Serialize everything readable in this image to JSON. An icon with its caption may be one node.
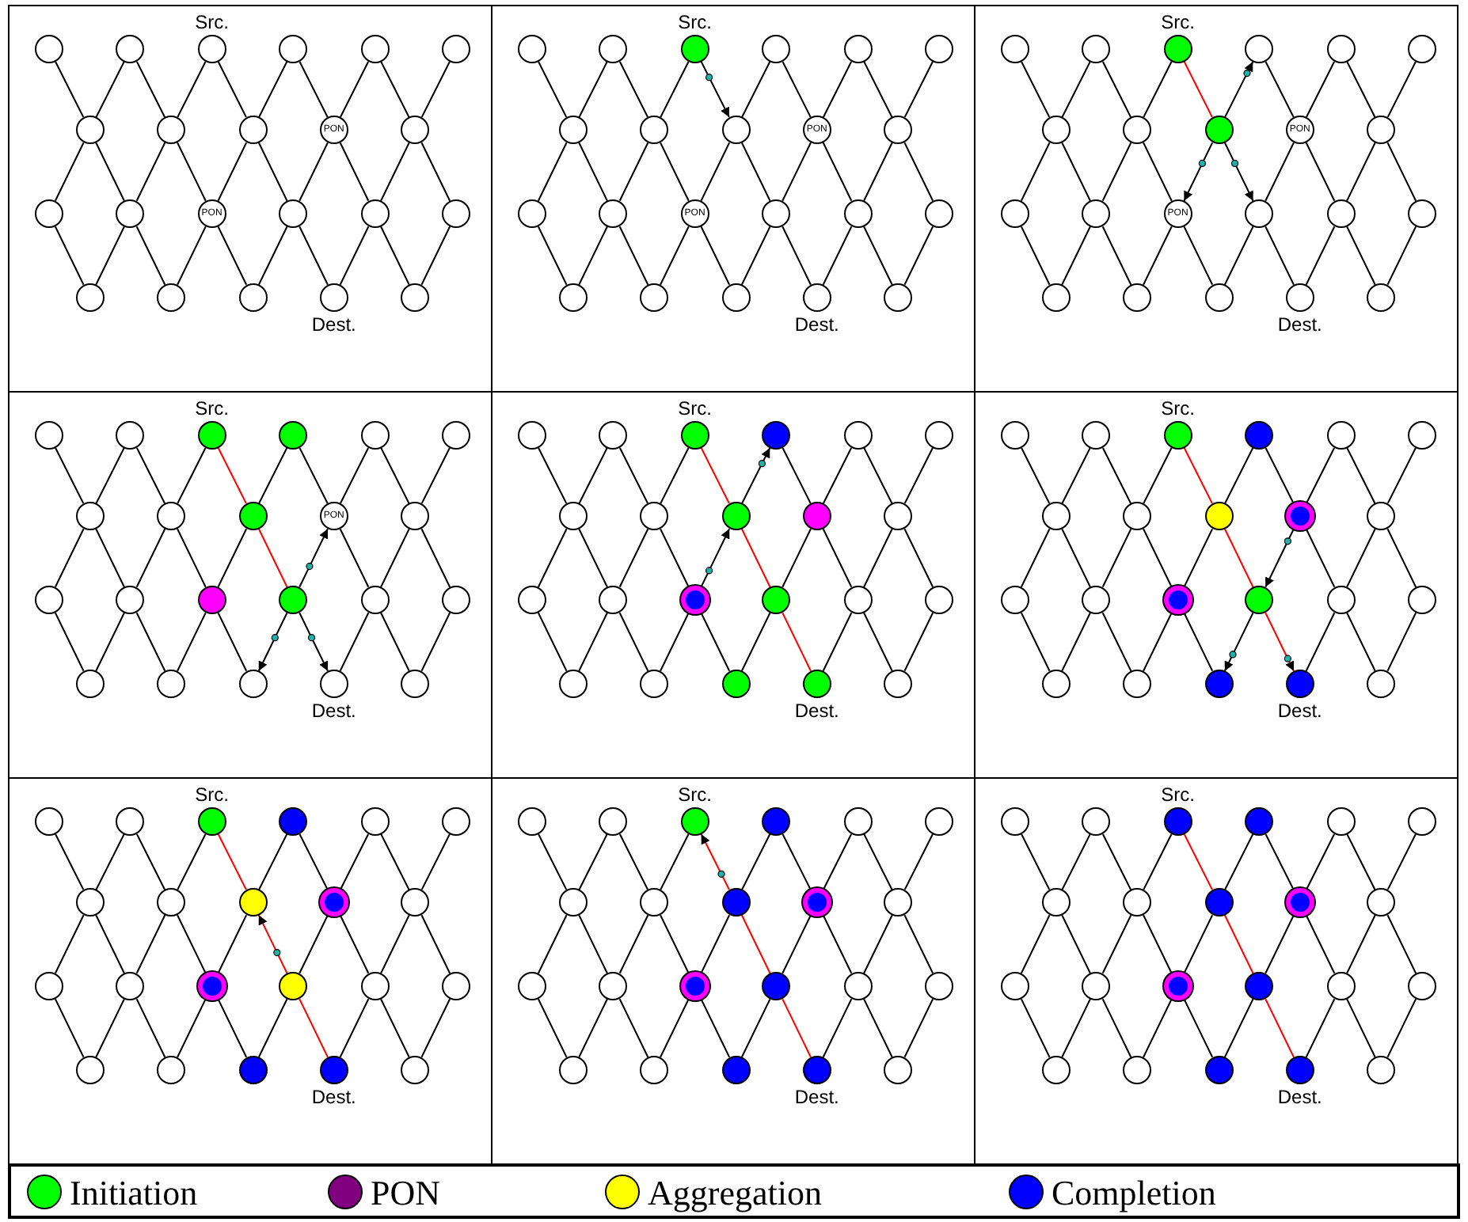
{
  "diagram": {
    "nodes": [
      {
        "text": [],
        "shape": "box"
      },
      {
        "text": [],
        "shape": "circle",
        "in": 0
      },
      {
        "text": [],
        "shape": "circle",
        "in": 0
      },
      {
        "text": [],
        "shape": "circle",
        "in": 0,
        "beside": [
          "Src."
        ]
      },
      {
        "text": [],
        "shape": "circle",
        "in": 0
      },
      {
        "text": [],
        "shape": "circle",
        "in": 0
      },
      {
        "text": [],
        "shape": "circle",
        "in": 0
      },
      {
        "text": [],
        "shape": "circle",
        "in": 0
      },
      {
        "text": [],
        "shape": "circle",
        "in": 0
      },
      {
        "text": [],
        "shape": "circle",
        "in": 0
      },
      {
        "text": [
          "PON"
        ],
        "in": 0
      },
      {
        "text": [],
        "shape": "circle",
        "in": 0
      },
      {
        "text": [],
        "shape": "circle",
        "in": 0
      },
      {
        "text": [],
        "shape": "circle",
        "in": 0
      },
      {
        "text": [
          "PON"
        ],
        "in": 0
      },
      {
        "text": [],
        "shape": "circle",
        "in": 0
      },
      {
        "text": [],
        "shape": "circle",
        "in": 0
      },
      {
        "text": [],
        "shape": "circle",
        "in": 0
      },
      {
        "text": [],
        "shape": "circle",
        "in": 0
      },
      {
        "text": [],
        "shape": "circle",
        "in": 0
      },
      {
        "text": [],
        "shape": "circle",
        "in": 0
      },
      {
        "text": [],
        "shape": "circle",
        "in": 0,
        "beside": [
          "Dest."
        ]
      },
      {
        "text": [],
        "shape": "circle",
        "in": 0
      },
      {
        "text": [],
        "shape": "box"
      },
      {
        "text": [],
        "shape": "circle",
        "in": 23
      },
      {
        "text": [],
        "shape": "circle",
        "in": 23
      },
      {
        "text": [],
        "shape": "circle",
        "in": 23,
        "beside": [
          "Src."
        ]
      },
      {
        "text": [],
        "shape": "circle",
        "in": 23
      },
      {
        "text": [],
        "shape": "circle",
        "in": 23
      },
      {
        "text": [],
        "shape": "circle",
        "in": 23
      },
      {
        "text": [],
        "shape": "circle",
        "in": 23
      },
      {
        "text": [],
        "shape": "circle",
        "in": 23
      },
      {
        "text": [],
        "shape": "circle",
        "in": 23
      },
      {
        "text": [
          "PON"
        ],
        "in": 23
      },
      {
        "text": [],
        "shape": "circle",
        "in": 23
      },
      {
        "text": [],
        "shape": "circle",
        "in": 23
      },
      {
        "text": [],
        "shape": "circle",
        "in": 23
      },
      {
        "text": [
          "PON"
        ],
        "in": 23
      },
      {
        "text": [],
        "shape": "circle",
        "in": 23
      },
      {
        "text": [],
        "shape": "circle",
        "in": 23
      },
      {
        "text": [],
        "shape": "circle",
        "in": 23
      },
      {
        "text": [],
        "shape": "circle",
        "in": 23
      },
      {
        "text": [],
        "shape": "circle",
        "in": 23
      },
      {
        "text": [],
        "shape": "circle",
        "in": 23
      },
      {
        "text": [],
        "shape": "circle",
        "in": 23,
        "beside": [
          "Dest."
        ]
      },
      {
        "text": [],
        "shape": "circle",
        "in": 23
      },
      {
        "text": [],
        "shape": "box"
      },
      {
        "text": [],
        "shape": "circle",
        "in": 46
      },
      {
        "text": [],
        "shape": "circle",
        "in": 46
      },
      {
        "text": [],
        "shape": "circle",
        "in": 46,
        "beside": [
          "Src."
        ]
      },
      {
        "text": [],
        "shape": "circle",
        "in": 46
      },
      {
        "text": [],
        "shape": "circle",
        "in": 46
      },
      {
        "text": [],
        "shape": "circle",
        "in": 46
      },
      {
        "text": [],
        "shape": "circle",
        "in": 46
      },
      {
        "text": [],
        "shape": "circle",
        "in": 46
      },
      {
        "text": [],
        "shape": "circle",
        "in": 46
      },
      {
        "text": [
          "PON"
        ],
        "in": 46
      },
      {
        "text": [],
        "shape": "circle",
        "in": 46
      },
      {
        "text": [],
        "shape": "circle",
        "in": 46
      },
      {
        "text": [],
        "shape": "circle",
        "in": 46
      },
      {
        "text": [
          "PON"
        ],
        "in": 46
      },
      {
        "text": [],
        "shape": "circle",
        "in": 46
      },
      {
        "text": [],
        "shape": "circle",
        "in": 46
      },
      {
        "text": [],
        "shape": "circle",
        "in": 46
      },
      {
        "text": [],
        "shape": "circle",
        "in": 46
      },
      {
        "text": [],
        "shape": "circle",
        "in": 46
      },
      {
        "text": [],
        "shape": "circle",
        "in": 46
      },
      {
        "text": [],
        "shape": "circle",
        "in": 46,
        "beside": [
          "Dest."
        ]
      },
      {
        "text": [],
        "shape": "circle",
        "in": 46
      },
      {
        "text": [],
        "shape": "box"
      },
      {
        "text": [],
        "shape": "circle",
        "in": 69
      },
      {
        "text": [],
        "shape": "circle",
        "in": 69
      },
      {
        "text": [],
        "shape": "circle",
        "in": 69,
        "beside": [
          "Src."
        ]
      },
      {
        "text": [],
        "shape": "circle",
        "in": 69
      },
      {
        "text": [],
        "shape": "circle",
        "in": 69
      },
      {
        "text": [],
        "shape": "circle",
        "in": 69
      },
      {
        "text": [],
        "shape": "circle",
        "in": 69
      },
      {
        "text": [],
        "shape": "circle",
        "in": 69
      },
      {
        "text": [],
        "shape": "circle",
        "in": 69
      },
      {
        "text": [
          "PON"
        ],
        "in": 69
      },
      {
        "text": [],
        "shape": "circle",
        "in": 69
      },
      {
        "text": [],
        "shape": "circle",
        "in": 69
      },
      {
        "text": [],
        "shape": "circle",
        "in": 69
      },
      {
        "text": [],
        "shape": "circle",
        "in": 69
      },
      {
        "text": [],
        "shape": "circle",
        "in": 69
      },
      {
        "text": [],
        "shape": "circle",
        "in": 69
      },
      {
        "text": [],
        "shape": "circle",
        "in": 69
      },
      {
        "text": [],
        "shape": "circle",
        "in": 69
      },
      {
        "text": [],
        "shape": "circle",
        "in": 69
      },
      {
        "text": [],
        "shape": "circle",
        "in": 69
      },
      {
        "text": [],
        "shape": "circle",
        "in": 69,
        "beside": [
          "Dest."
        ]
      },
      {
        "text": [],
        "shape": "circle",
        "in": 69
      },
      {
        "text": [],
        "shape": "box"
      },
      {
        "text": [],
        "shape": "circle",
        "in": 92
      },
      {
        "text": [],
        "shape": "circle",
        "in": 92
      },
      {
        "text": [],
        "shape": "circle",
        "in": 92,
        "beside": [
          "Src."
        ]
      },
      {
        "text": [],
        "shape": "circle",
        "in": 92
      },
      {
        "text": [],
        "shape": "circle",
        "in": 92
      },
      {
        "text": [],
        "shape": "circle",
        "in": 92
      },
      {
        "text": [],
        "shape": "circle",
        "in": 92
      },
      {
        "text": [],
        "shape": "circle",
        "in": 92
      },
      {
        "text": [],
        "shape": "circle",
        "in": 92
      },
      {
        "text": [],
        "shape": "circle",
        "in": 92
      },
      {
        "text": [],
        "shape": "circle",
        "in": 92
      },
      {
        "text": [],
        "shape": "circle",
        "in": 92
      },
      {
        "text": [],
        "shape": "circle",
        "in": 92
      },
      {
        "text": [],
        "shape": "circle",
        "in": 92
      },
      {
        "text": [],
        "shape": "circle",
        "in": 92
      },
      {
        "text": [],
        "shape": "circle",
        "in": 92
      },
      {
        "text": [],
        "shape": "circle",
        "in": 92
      },
      {
        "text": [],
        "shape": "circle",
        "in": 92
      },
      {
        "text": [],
        "shape": "circle",
        "in": 92
      },
      {
        "text": [],
        "shape": "circle",
        "in": 92
      },
      {
        "text": [],
        "shape": "circle",
        "in": 92,
        "beside": [
          "Dest."
        ]
      },
      {
        "text": [],
        "shape": "circle",
        "in": 92
      },
      {
        "text": [],
        "shape": "box"
      },
      {
        "text": [],
        "shape": "circle",
        "in": 115
      },
      {
        "text": [],
        "shape": "circle",
        "in": 115
      },
      {
        "text": [],
        "shape": "circle",
        "in": 115,
        "beside": [
          "Src."
        ]
      },
      {
        "text": [],
        "shape": "circle",
        "in": 115
      },
      {
        "text": [],
        "shape": "circle",
        "in": 115
      },
      {
        "text": [],
        "shape": "circle",
        "in": 115
      },
      {
        "text": [],
        "shape": "circle",
        "in": 115
      },
      {
        "text": [],
        "shape": "circle",
        "in": 115
      },
      {
        "text": [],
        "shape": "circle",
        "in": 115
      },
      {
        "text": [],
        "shape": "circle",
        "in": 115
      },
      {
        "text": [],
        "shape": "circle",
        "in": 115
      },
      {
        "text": [],
        "shape": "circle",
        "in": 115
      },
      {
        "text": [],
        "shape": "circle",
        "in": 115
      },
      {
        "text": [],
        "shape": "circle",
        "in": 115
      },
      {
        "text": [],
        "shape": "circle",
        "in": 115
      },
      {
        "text": [],
        "shape": "circle",
        "in": 115
      },
      {
        "text": [],
        "shape": "circle",
        "in": 115
      },
      {
        "text": [],
        "shape": "circle",
        "in": 115
      },
      {
        "text": [],
        "shape": "circle",
        "in": 115
      },
      {
        "text": [],
        "shape": "circle",
        "in": 115
      },
      {
        "text": [],
        "shape": "circle",
        "in": 115,
        "beside": [
          "Dest."
        ]
      },
      {
        "text": [],
        "shape": "circle",
        "in": 115
      },
      {
        "text": [],
        "shape": "box"
      },
      {
        "text": [],
        "shape": "circle",
        "in": 138
      },
      {
        "text": [],
        "shape": "circle",
        "in": 138
      },
      {
        "text": [],
        "shape": "circle",
        "in": 138,
        "beside": [
          "Src."
        ]
      },
      {
        "text": [],
        "shape": "circle",
        "in": 138
      },
      {
        "text": [],
        "shape": "circle",
        "in": 138
      },
      {
        "text": [],
        "shape": "circle",
        "in": 138
      },
      {
        "text": [],
        "shape": "circle",
        "in": 138
      },
      {
        "text": [],
        "shape": "circle",
        "in": 138
      },
      {
        "text": [],
        "shape": "circle",
        "in": 138
      },
      {
        "text": [],
        "shape": "circle",
        "in": 138
      },
      {
        "text": [],
        "shape": "circle",
        "in": 138
      },
      {
        "text": [],
        "shape": "circle",
        "in": 138
      },
      {
        "text": [],
        "shape": "circle",
        "in": 138
      },
      {
        "text": [],
        "shape": "circle",
        "in": 138
      },
      {
        "text": [],
        "shape": "circle",
        "in": 138
      },
      {
        "text": [],
        "shape": "circle",
        "in": 138
      },
      {
        "text": [],
        "shape": "circle",
        "in": 138
      },
      {
        "text": [],
        "shape": "circle",
        "in": 138
      },
      {
        "text": [],
        "shape": "circle",
        "in": 138
      },
      {
        "text": [],
        "shape": "circle",
        "in": 138
      },
      {
        "text": [],
        "shape": "circle",
        "in": 138,
        "beside": [
          "Dest."
        ]
      },
      {
        "text": [],
        "shape": "circle",
        "in": 138
      },
      {
        "text": [],
        "shape": "box"
      },
      {
        "text": [],
        "shape": "circle",
        "in": 161
      },
      {
        "text": [],
        "shape": "circle",
        "in": 161
      },
      {
        "text": [],
        "shape": "circle",
        "in": 161,
        "beside": [
          "Src."
        ]
      },
      {
        "text": [],
        "shape": "circle",
        "in": 161
      },
      {
        "text": [],
        "shape": "circle",
        "in": 161
      },
      {
        "text": [],
        "shape": "circle",
        "in": 161
      },
      {
        "text": [],
        "shape": "circle",
        "in": 161
      },
      {
        "text": [],
        "shape": "circle",
        "in": 161
      },
      {
        "text": [],
        "shape": "circle",
        "in": 161
      },
      {
        "text": [],
        "shape": "circle",
        "in": 161
      },
      {
        "text": [],
        "shape": "circle",
        "in": 161
      },
      {
        "text": [],
        "shape": "circle",
        "in": 161
      },
      {
        "text": [],
        "shape": "circle",
        "in": 161
      },
      {
        "text": [],
        "shape": "circle",
        "in": 161
      },
      {
        "text": [],
        "shape": "circle",
        "in": 161
      },
      {
        "text": [],
        "shape": "circle",
        "in": 161
      },
      {
        "text": [],
        "shape": "circle",
        "in": 161
      },
      {
        "text": [],
        "shape": "circle",
        "in": 161
      },
      {
        "text": [],
        "shape": "circle",
        "in": 161
      },
      {
        "text": [],
        "shape": "circle",
        "in": 161
      },
      {
        "text": [],
        "shape": "circle",
        "in": 161,
        "beside": [
          "Dest."
        ]
      },
      {
        "text": [],
        "shape": "circle",
        "in": 161
      },
      {
        "text": [],
        "shape": "box"
      },
      {
        "text": [],
        "shape": "circle",
        "in": 184
      },
      {
        "text": [],
        "shape": "circle",
        "in": 184
      },
      {
        "text": [],
        "shape": "circle",
        "in": 184,
        "beside": [
          "Src."
        ]
      },
      {
        "text": [],
        "shape": "circle",
        "in": 184
      },
      {
        "text": [],
        "shape": "circle",
        "in": 184
      },
      {
        "text": [],
        "shape": "circle",
        "in": 184
      },
      {
        "text": [],
        "shape": "circle",
        "in": 184
      },
      {
        "text": [],
        "shape": "circle",
        "in": 184
      },
      {
        "text": [],
        "shape": "circle",
        "in": 184
      },
      {
        "text": [],
        "shape": "circle",
        "in": 184
      },
      {
        "text": [],
        "shape": "circle",
        "in": 184
      },
      {
        "text": [],
        "shape": "circle",
        "in": 184
      },
      {
        "text": [],
        "shape": "circle",
        "in": 184
      },
      {
        "text": [],
        "shape": "circle",
        "in": 184
      },
      {
        "text": [],
        "shape": "circle",
        "in": 184
      },
      {
        "text": [],
        "shape": "circle",
        "in": 184
      },
      {
        "text": [],
        "shape": "circle",
        "in": 184
      },
      {
        "text": [],
        "shape": "circle",
        "in": 184
      },
      {
        "text": [],
        "shape": "circle",
        "in": 184
      },
      {
        "text": [],
        "shape": "circle",
        "in": 184
      },
      {
        "text": [],
        "shape": "circle",
        "in": 184,
        "beside": [
          "Dest."
        ]
      },
      {
        "text": [],
        "shape": "circle",
        "in": 184
      }
    ],
    "edges": [
      {
        "from": 1,
        "to": 7,
        "arrow": "none"
      },
      {
        "from": 2,
        "to": 7,
        "arrow": "none"
      },
      {
        "from": 2,
        "to": 8,
        "arrow": "none"
      },
      {
        "from": 3,
        "to": 8,
        "arrow": "none"
      },
      {
        "from": 3,
        "to": 9,
        "arrow": "none"
      },
      {
        "from": 4,
        "to": 9,
        "arrow": "none"
      },
      {
        "from": 4,
        "to": 10,
        "arrow": "none"
      },
      {
        "from": 5,
        "to": 10,
        "arrow": "none"
      },
      {
        "from": 5,
        "to": 11,
        "arrow": "none"
      },
      {
        "from": 6,
        "to": 11,
        "arrow": "none"
      },
      {
        "from": 7,
        "to": 12,
        "arrow": "none"
      },
      {
        "from": 7,
        "to": 13,
        "arrow": "none"
      },
      {
        "from": 8,
        "to": 13,
        "arrow": "none"
      },
      {
        "from": 8,
        "to": 14,
        "arrow": "none"
      },
      {
        "from": 9,
        "to": 14,
        "arrow": "none"
      },
      {
        "from": 9,
        "to": 15,
        "arrow": "none"
      },
      {
        "from": 10,
        "to": 15,
        "arrow": "none"
      },
      {
        "from": 10,
        "to": 16,
        "arrow": "none"
      },
      {
        "from": 11,
        "to": 16,
        "arrow": "none"
      },
      {
        "from": 11,
        "to": 17,
        "arrow": "none"
      },
      {
        "from": 12,
        "to": 18,
        "arrow": "none"
      },
      {
        "from": 13,
        "to": 18,
        "arrow": "none"
      },
      {
        "from": 13,
        "to": 19,
        "arrow": "none"
      },
      {
        "from": 14,
        "to": 19,
        "arrow": "none"
      },
      {
        "from": 14,
        "to": 20,
        "arrow": "none"
      },
      {
        "from": 15,
        "to": 20,
        "arrow": "none"
      },
      {
        "from": 15,
        "to": 21,
        "arrow": "none"
      },
      {
        "from": 16,
        "to": 21,
        "arrow": "none"
      },
      {
        "from": 16,
        "to": 22,
        "arrow": "none"
      },
      {
        "from": 17,
        "to": 22,
        "arrow": "none"
      },
      {
        "from": 24,
        "to": 30,
        "arrow": "none"
      },
      {
        "from": 25,
        "to": 30,
        "arrow": "none"
      },
      {
        "from": 25,
        "to": 31,
        "arrow": "none"
      },
      {
        "from": 26,
        "to": 31,
        "arrow": "none"
      },
      {
        "from": 26,
        "to": 32,
        "arrow": "to"
      },
      {
        "from": 27,
        "to": 32,
        "arrow": "none"
      },
      {
        "from": 27,
        "to": 33,
        "arrow": "none"
      },
      {
        "from": 28,
        "to": 33,
        "arrow": "none"
      },
      {
        "from": 28,
        "to": 34,
        "arrow": "none"
      },
      {
        "from": 29,
        "to": 34,
        "arrow": "none"
      },
      {
        "from": 30,
        "to": 35,
        "arrow": "none"
      },
      {
        "from": 30,
        "to": 36,
        "arrow": "none"
      },
      {
        "from": 31,
        "to": 36,
        "arrow": "none"
      },
      {
        "from": 31,
        "to": 37,
        "arrow": "none"
      },
      {
        "from": 32,
        "to": 37,
        "arrow": "none"
      },
      {
        "from": 32,
        "to": 38,
        "arrow": "none"
      },
      {
        "from": 33,
        "to": 38,
        "arrow": "none"
      },
      {
        "from": 33,
        "to": 39,
        "arrow": "none"
      },
      {
        "from": 34,
        "to": 39,
        "arrow": "none"
      },
      {
        "from": 34,
        "to": 40,
        "arrow": "none"
      },
      {
        "from": 35,
        "to": 41,
        "arrow": "none"
      },
      {
        "from": 36,
        "to": 41,
        "arrow": "none"
      },
      {
        "from": 36,
        "to": 42,
        "arrow": "none"
      },
      {
        "from": 37,
        "to": 42,
        "arrow": "none"
      },
      {
        "from": 37,
        "to": 43,
        "arrow": "none"
      },
      {
        "from": 38,
        "to": 43,
        "arrow": "none"
      },
      {
        "from": 38,
        "to": 44,
        "arrow": "none"
      },
      {
        "from": 39,
        "to": 44,
        "arrow": "none"
      },
      {
        "from": 39,
        "to": 45,
        "arrow": "none"
      },
      {
        "from": 40,
        "to": 45,
        "arrow": "none"
      },
      {
        "from": 47,
        "to": 53,
        "arrow": "none"
      },
      {
        "from": 48,
        "to": 53,
        "arrow": "none"
      },
      {
        "from": 48,
        "to": 54,
        "arrow": "none"
      },
      {
        "from": 49,
        "to": 54,
        "arrow": "none"
      },
      {
        "from": 49,
        "to": 55,
        "arrow": "none",
        "color": "#ff0000"
      },
      {
        "from": 55,
        "to": 50,
        "arrow": "to"
      },
      {
        "from": 50,
        "to": 56,
        "arrow": "none"
      },
      {
        "from": 51,
        "to": 56,
        "arrow": "none"
      },
      {
        "from": 51,
        "to": 57,
        "arrow": "none"
      },
      {
        "from": 52,
        "to": 57,
        "arrow": "none"
      },
      {
        "from": 53,
        "to": 58,
        "arrow": "none"
      },
      {
        "from": 53,
        "to": 59,
        "arrow": "none"
      },
      {
        "from": 54,
        "to": 59,
        "arrow": "none"
      },
      {
        "from": 54,
        "to": 60,
        "arrow": "none"
      },
      {
        "from": 55,
        "to": 60,
        "arrow": "to"
      },
      {
        "from": 55,
        "to": 61,
        "arrow": "to"
      },
      {
        "from": 56,
        "to": 61,
        "arrow": "none"
      },
      {
        "from": 56,
        "to": 62,
        "arrow": "none"
      },
      {
        "from": 57,
        "to": 62,
        "arrow": "none"
      },
      {
        "from": 57,
        "to": 63,
        "arrow": "none"
      },
      {
        "from": 58,
        "to": 64,
        "arrow": "none"
      },
      {
        "from": 59,
        "to": 64,
        "arrow": "none"
      },
      {
        "from": 59,
        "to": 65,
        "arrow": "none"
      },
      {
        "from": 60,
        "to": 65,
        "arrow": "none"
      },
      {
        "from": 60,
        "to": 66,
        "arrow": "none"
      },
      {
        "from": 61,
        "to": 66,
        "arrow": "none"
      },
      {
        "from": 61,
        "to": 67,
        "arrow": "none"
      },
      {
        "from": 62,
        "to": 67,
        "arrow": "none"
      },
      {
        "from": 62,
        "to": 68,
        "arrow": "none"
      },
      {
        "from": 63,
        "to": 68,
        "arrow": "none"
      },
      {
        "from": 70,
        "to": 76,
        "arrow": "none"
      },
      {
        "from": 71,
        "to": 76,
        "arrow": "none"
      },
      {
        "from": 71,
        "to": 77,
        "arrow": "none"
      },
      {
        "from": 72,
        "to": 77,
        "arrow": "none"
      },
      {
        "from": 72,
        "to": 78,
        "arrow": "none",
        "color": "#ff0000"
      },
      {
        "from": 73,
        "to": 78,
        "arrow": "none"
      },
      {
        "from": 73,
        "to": 79,
        "arrow": "none"
      },
      {
        "from": 74,
        "to": 79,
        "arrow": "none"
      },
      {
        "from": 74,
        "to": 80,
        "arrow": "none"
      },
      {
        "from": 75,
        "to": 80,
        "arrow": "none"
      },
      {
        "from": 76,
        "to": 81,
        "arrow": "none"
      },
      {
        "from": 76,
        "to": 82,
        "arrow": "none"
      },
      {
        "from": 77,
        "to": 82,
        "arrow": "none"
      },
      {
        "from": 77,
        "to": 83,
        "arrow": "none"
      },
      {
        "from": 78,
        "to": 83,
        "arrow": "none"
      },
      {
        "from": 78,
        "to": 84,
        "arrow": "none",
        "color": "#ff0000"
      },
      {
        "from": 84,
        "to": 79,
        "arrow": "to"
      },
      {
        "from": 79,
        "to": 85,
        "arrow": "none"
      },
      {
        "from": 80,
        "to": 85,
        "arrow": "none"
      },
      {
        "from": 80,
        "to": 86,
        "arrow": "none"
      },
      {
        "from": 81,
        "to": 87,
        "arrow": "none"
      },
      {
        "from": 82,
        "to": 87,
        "arrow": "none"
      },
      {
        "from": 82,
        "to": 88,
        "arrow": "none"
      },
      {
        "from": 83,
        "to": 88,
        "arrow": "none"
      },
      {
        "from": 83,
        "to": 89,
        "arrow": "none"
      },
      {
        "from": 84,
        "to": 89,
        "arrow": "to"
      },
      {
        "from": 84,
        "to": 90,
        "arrow": "to"
      },
      {
        "from": 85,
        "to": 90,
        "arrow": "none"
      },
      {
        "from": 85,
        "to": 91,
        "arrow": "none"
      },
      {
        "from": 86,
        "to": 91,
        "arrow": "none"
      },
      {
        "from": 93,
        "to": 99,
        "arrow": "none"
      },
      {
        "from": 94,
        "to": 99,
        "arrow": "none"
      },
      {
        "from": 94,
        "to": 100,
        "arrow": "none"
      },
      {
        "from": 95,
        "to": 100,
        "arrow": "none"
      },
      {
        "from": 95,
        "to": 101,
        "arrow": "none",
        "color": "#ff0000"
      },
      {
        "from": 101,
        "to": 96,
        "arrow": "to"
      },
      {
        "from": 96,
        "to": 102,
        "arrow": "none"
      },
      {
        "from": 97,
        "to": 102,
        "arrow": "none"
      },
      {
        "from": 97,
        "to": 103,
        "arrow": "none"
      },
      {
        "from": 98,
        "to": 103,
        "arrow": "none"
      },
      {
        "from": 99,
        "to": 104,
        "arrow": "none"
      },
      {
        "from": 99,
        "to": 105,
        "arrow": "none"
      },
      {
        "from": 100,
        "to": 105,
        "arrow": "none"
      },
      {
        "from": 100,
        "to": 106,
        "arrow": "none"
      },
      {
        "from": 106,
        "to": 101,
        "arrow": "to"
      },
      {
        "from": 101,
        "to": 107,
        "arrow": "none",
        "color": "#ff0000"
      },
      {
        "from": 102,
        "to": 107,
        "arrow": "none"
      },
      {
        "from": 102,
        "to": 108,
        "arrow": "none"
      },
      {
        "from": 103,
        "to": 108,
        "arrow": "none"
      },
      {
        "from": 103,
        "to": 109,
        "arrow": "none"
      },
      {
        "from": 104,
        "to": 110,
        "arrow": "none"
      },
      {
        "from": 105,
        "to": 110,
        "arrow": "none"
      },
      {
        "from": 105,
        "to": 111,
        "arrow": "none"
      },
      {
        "from": 106,
        "to": 111,
        "arrow": "none"
      },
      {
        "from": 106,
        "to": 112,
        "arrow": "none"
      },
      {
        "from": 107,
        "to": 112,
        "arrow": "none"
      },
      {
        "from": 107,
        "to": 113,
        "arrow": "none",
        "color": "#ff0000"
      },
      {
        "from": 108,
        "to": 113,
        "arrow": "none"
      },
      {
        "from": 108,
        "to": 114,
        "arrow": "none"
      },
      {
        "from": 109,
        "to": 114,
        "arrow": "none"
      },
      {
        "from": 116,
        "to": 122,
        "arrow": "none"
      },
      {
        "from": 117,
        "to": 122,
        "arrow": "none"
      },
      {
        "from": 117,
        "to": 123,
        "arrow": "none"
      },
      {
        "from": 118,
        "to": 123,
        "arrow": "none"
      },
      {
        "from": 118,
        "to": 124,
        "arrow": "none",
        "color": "#ff0000"
      },
      {
        "from": 119,
        "to": 124,
        "arrow": "none"
      },
      {
        "from": 119,
        "to": 125,
        "arrow": "none"
      },
      {
        "from": 120,
        "to": 125,
        "arrow": "none"
      },
      {
        "from": 120,
        "to": 126,
        "arrow": "none"
      },
      {
        "from": 121,
        "to": 126,
        "arrow": "none"
      },
      {
        "from": 122,
        "to": 127,
        "arrow": "none"
      },
      {
        "from": 122,
        "to": 128,
        "arrow": "none"
      },
      {
        "from": 123,
        "to": 128,
        "arrow": "none"
      },
      {
        "from": 123,
        "to": 129,
        "arrow": "none"
      },
      {
        "from": 124,
        "to": 129,
        "arrow": "none"
      },
      {
        "from": 124,
        "to": 130,
        "arrow": "none",
        "color": "#ff0000"
      },
      {
        "from": 125,
        "to": 130,
        "arrow": "to"
      },
      {
        "from": 125,
        "to": 131,
        "arrow": "none"
      },
      {
        "from": 126,
        "to": 131,
        "arrow": "none"
      },
      {
        "from": 126,
        "to": 132,
        "arrow": "none"
      },
      {
        "from": 127,
        "to": 133,
        "arrow": "none"
      },
      {
        "from": 128,
        "to": 133,
        "arrow": "none"
      },
      {
        "from": 128,
        "to": 134,
        "arrow": "none"
      },
      {
        "from": 129,
        "to": 134,
        "arrow": "none"
      },
      {
        "from": 129,
        "to": 135,
        "arrow": "none"
      },
      {
        "from": 130,
        "to": 135,
        "arrow": "to"
      },
      {
        "from": 130,
        "to": 136,
        "arrow": "to",
        "color": "#ff0000"
      },
      {
        "from": 131,
        "to": 136,
        "arrow": "none"
      },
      {
        "from": 131,
        "to": 137,
        "arrow": "none"
      },
      {
        "from": 132,
        "to": 137,
        "arrow": "none"
      },
      {
        "from": 139,
        "to": 145,
        "arrow": "none"
      },
      {
        "from": 140,
        "to": 145,
        "arrow": "none"
      },
      {
        "from": 140,
        "to": 146,
        "arrow": "none"
      },
      {
        "from": 141,
        "to": 146,
        "arrow": "none"
      },
      {
        "from": 141,
        "to": 147,
        "arrow": "none",
        "color": "#ff0000"
      },
      {
        "from": 142,
        "to": 147,
        "arrow": "none"
      },
      {
        "from": 142,
        "to": 148,
        "arrow": "none"
      },
      {
        "from": 143,
        "to": 148,
        "arrow": "none"
      },
      {
        "from": 143,
        "to": 149,
        "arrow": "none"
      },
      {
        "from": 144,
        "to": 149,
        "arrow": "none"
      },
      {
        "from": 145,
        "to": 150,
        "arrow": "none"
      },
      {
        "from": 145,
        "to": 151,
        "arrow": "none"
      },
      {
        "from": 146,
        "to": 151,
        "arrow": "none"
      },
      {
        "from": 146,
        "to": 152,
        "arrow": "none"
      },
      {
        "from": 147,
        "to": 152,
        "arrow": "none"
      },
      {
        "from": 153,
        "to": 147,
        "arrow": "to",
        "color": "#ff0000"
      },
      {
        "from": 148,
        "to": 153,
        "arrow": "none"
      },
      {
        "from": 148,
        "to": 154,
        "arrow": "none"
      },
      {
        "from": 149,
        "to": 154,
        "arrow": "none"
      },
      {
        "from": 149,
        "to": 155,
        "arrow": "none"
      },
      {
        "from": 150,
        "to": 156,
        "arrow": "none"
      },
      {
        "from": 151,
        "to": 156,
        "arrow": "none"
      },
      {
        "from": 151,
        "to": 157,
        "arrow": "none"
      },
      {
        "from": 152,
        "to": 157,
        "arrow": "none"
      },
      {
        "from": 152,
        "to": 158,
        "arrow": "none"
      },
      {
        "from": 153,
        "to": 158,
        "arrow": "none"
      },
      {
        "from": 153,
        "to": 159,
        "arrow": "none",
        "color": "#ff0000"
      },
      {
        "from": 154,
        "to": 159,
        "arrow": "none"
      },
      {
        "from": 154,
        "to": 160,
        "arrow": "none"
      },
      {
        "from": 155,
        "to": 160,
        "arrow": "none"
      },
      {
        "from": 162,
        "to": 168,
        "arrow": "none"
      },
      {
        "from": 163,
        "to": 168,
        "arrow": "none"
      },
      {
        "from": 163,
        "to": 169,
        "arrow": "none"
      },
      {
        "from": 164,
        "to": 169,
        "arrow": "none"
      },
      {
        "from": 170,
        "to": 164,
        "arrow": "to",
        "color": "#ff0000"
      },
      {
        "from": 165,
        "to": 170,
        "arrow": "none"
      },
      {
        "from": 165,
        "to": 171,
        "arrow": "none"
      },
      {
        "from": 166,
        "to": 171,
        "arrow": "none"
      },
      {
        "from": 166,
        "to": 172,
        "arrow": "none"
      },
      {
        "from": 167,
        "to": 172,
        "arrow": "none"
      },
      {
        "from": 168,
        "to": 173,
        "arrow": "none"
      },
      {
        "from": 168,
        "to": 174,
        "arrow": "none"
      },
      {
        "from": 169,
        "to": 174,
        "arrow": "none"
      },
      {
        "from": 169,
        "to": 175,
        "arrow": "none"
      },
      {
        "from": 170,
        "to": 175,
        "arrow": "none"
      },
      {
        "from": 170,
        "to": 176,
        "arrow": "none",
        "color": "#ff0000"
      },
      {
        "from": 171,
        "to": 176,
        "arrow": "none"
      },
      {
        "from": 171,
        "to": 177,
        "arrow": "none"
      },
      {
        "from": 172,
        "to": 177,
        "arrow": "none"
      },
      {
        "from": 172,
        "to": 178,
        "arrow": "none"
      },
      {
        "from": 173,
        "to": 179,
        "arrow": "none"
      },
      {
        "from": 174,
        "to": 179,
        "arrow": "none"
      },
      {
        "from": 174,
        "to": 180,
        "arrow": "none"
      },
      {
        "from": 175,
        "to": 180,
        "arrow": "none"
      },
      {
        "from": 175,
        "to": 181,
        "arrow": "none"
      },
      {
        "from": 176,
        "to": 181,
        "arrow": "none"
      },
      {
        "from": 176,
        "to": 182,
        "arrow": "none",
        "color": "#ff0000"
      },
      {
        "from": 177,
        "to": 182,
        "arrow": "none"
      },
      {
        "from": 177,
        "to": 183,
        "arrow": "none"
      },
      {
        "from": 178,
        "to": 183,
        "arrow": "none"
      },
      {
        "from": 185,
        "to": 191,
        "arrow": "none"
      },
      {
        "from": 186,
        "to": 191,
        "arrow": "none"
      },
      {
        "from": 186,
        "to": 192,
        "arrow": "none"
      },
      {
        "from": 187,
        "to": 192,
        "arrow": "none"
      },
      {
        "from": 187,
        "to": 193,
        "arrow": "none",
        "color": "#ff0000"
      },
      {
        "from": 188,
        "to": 193,
        "arrow": "none"
      },
      {
        "from": 188,
        "to": 194,
        "arrow": "none"
      },
      {
        "from": 189,
        "to": 194,
        "arrow": "none"
      },
      {
        "from": 189,
        "to": 195,
        "arrow": "none"
      },
      {
        "from": 190,
        "to": 195,
        "arrow": "none"
      },
      {
        "from": 191,
        "to": 196,
        "arrow": "none"
      },
      {
        "from": 191,
        "to": 197,
        "arrow": "none"
      },
      {
        "from": 192,
        "to": 197,
        "arrow": "none"
      },
      {
        "from": 192,
        "to": 198,
        "arrow": "none"
      },
      {
        "from": 193,
        "to": 198,
        "arrow": "none"
      },
      {
        "from": 193,
        "to": 199,
        "arrow": "none",
        "color": "#ff0000"
      },
      {
        "from": 194,
        "to": 199,
        "arrow": "none"
      },
      {
        "from": 194,
        "to": 200,
        "arrow": "none"
      },
      {
        "from": 195,
        "to": 200,
        "arrow": "none"
      },
      {
        "from": 195,
        "to": 201,
        "arrow": "none"
      },
      {
        "from": 196,
        "to": 202,
        "arrow": "none"
      },
      {
        "from": 197,
        "to": 202,
        "arrow": "none"
      },
      {
        "from": 197,
        "to": 203,
        "arrow": "none"
      },
      {
        "from": 198,
        "to": 203,
        "arrow": "none"
      },
      {
        "from": 198,
        "to": 204,
        "arrow": "none"
      },
      {
        "from": 199,
        "to": 204,
        "arrow": "none"
      },
      {
        "from": 199,
        "to": 205,
        "arrow": "none",
        "color": "#ff0000"
      },
      {
        "from": 200,
        "to": 205,
        "arrow": "none"
      },
      {
        "from": 200,
        "to": 206,
        "arrow": "none"
      },
      {
        "from": 201,
        "to": 206,
        "arrow": "none"
      }
    ],
    "legend": [
      {
        "text": "Initiation",
        "color": "#00ff00"
      },
      {
        "text": "PON",
        "color": "#800080"
      },
      {
        "text": "Aggregation",
        "color": "#ffff00"
      },
      {
        "text": "Completion",
        "color": "#0000ff"
      }
    ]
  }
}
